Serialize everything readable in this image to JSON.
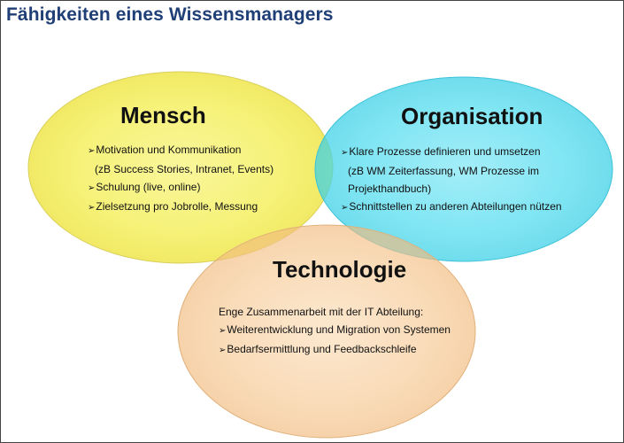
{
  "title": "Fähigkeiten eines Wissensmanagers",
  "colors": {
    "title": "#1f3f76",
    "mensch_fill": "#f3ef5f",
    "organisation_fill": "#48d9ee",
    "technologie_fill": "#f4c28a"
  },
  "circles": {
    "mensch": {
      "label": "Mensch",
      "lines": [
        "Motivation und Kommunikation",
        "(zB Success Stories, Intranet, Events)",
        "Schulung (live, online)",
        "Zielsetzung pro Jobrolle, Messung"
      ]
    },
    "organisation": {
      "label": "Organisation",
      "lines": [
        "Klare Prozesse definieren und umsetzen",
        "(zB WM Zeiterfassung, WM Prozesse im",
        "Projekthandbuch)",
        "Schnittstellen zu anderen Abteilungen nützen"
      ]
    },
    "technologie": {
      "label": "Technologie",
      "lines": [
        "Enge Zusammenarbeit mit der IT Abteilung:",
        "Weiterentwicklung und Migration von Systemen",
        "Bedarfsermittlung und Feedbackschleife"
      ]
    }
  }
}
